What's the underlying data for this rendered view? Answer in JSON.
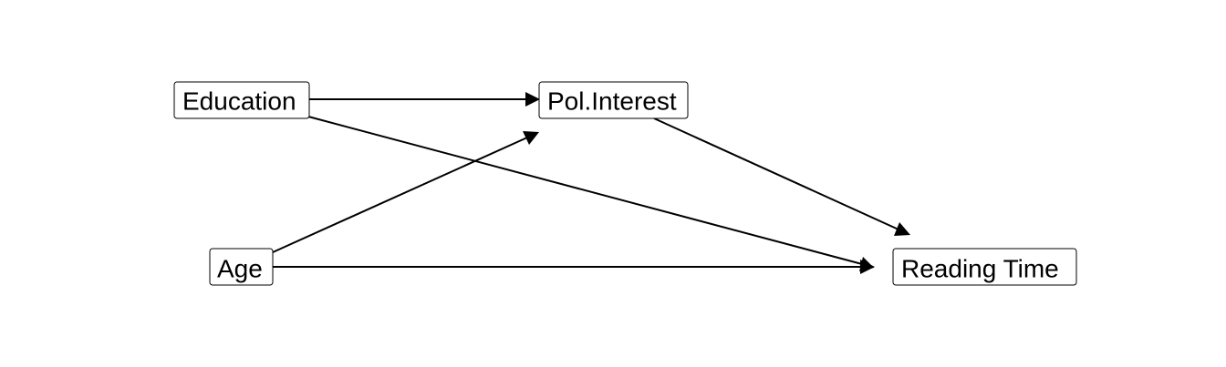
{
  "diagram": {
    "nodes": {
      "education": "Education",
      "pol_interest": "Pol.Interest",
      "age": "Age",
      "reading_time": "Reading Time"
    },
    "edges": [
      {
        "from": "Education",
        "to": "Pol.Interest"
      },
      {
        "from": "Education",
        "to": "Reading Time"
      },
      {
        "from": "Age",
        "to": "Pol.Interest"
      },
      {
        "from": "Age",
        "to": "Reading Time"
      },
      {
        "from": "Pol.Interest",
        "to": "Reading Time"
      }
    ]
  }
}
